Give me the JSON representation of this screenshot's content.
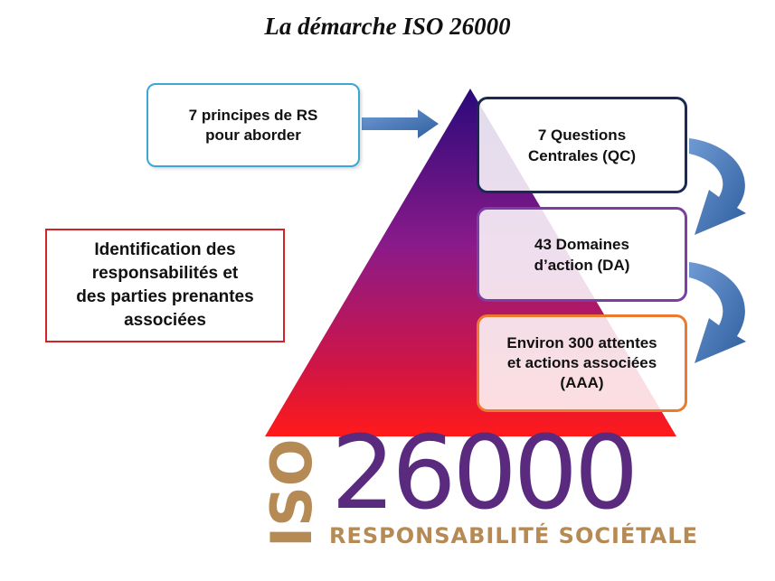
{
  "title": "La démarche ISO 26000",
  "principles_box": "7 principes de RS\npour aborder",
  "identification_box": "Identification des\nresponsabilités et\ndes parties prenantes\nassociées",
  "levels": [
    {
      "text": "7 Questions\nCentrales (QC)",
      "color": "#1b2a52"
    },
    {
      "text": "43 Domaines\nd’action (DA)",
      "color": "#7a3fa1"
    },
    {
      "text": "Environ 300 attentes\net actions associées\n(AAA)",
      "color": "#ec7a2e"
    }
  ],
  "logo": {
    "iso": "ISO",
    "number": "26000",
    "subtitle": "RESPONSABILITÉ SOCIÉTALE",
    "colors": {
      "purple": "#5a2a7e",
      "gold": "#b58a55"
    }
  },
  "colors": {
    "pyramid_top": "#2a0a7a",
    "pyramid_bottom": "#ff1a1a",
    "arrow": "#4f7fbf"
  }
}
